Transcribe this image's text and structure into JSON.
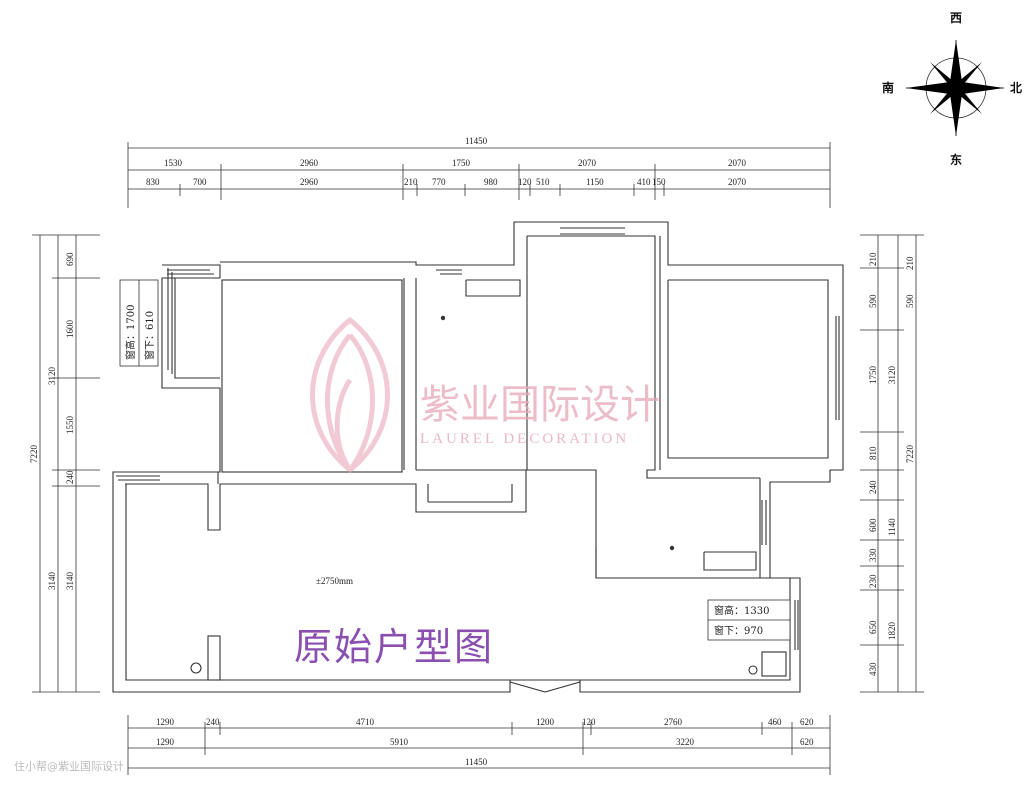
{
  "compass": {
    "top": "西",
    "left": "南",
    "right": "北",
    "bottom": "东"
  },
  "dims_top": {
    "total": "11450",
    "row1": [
      "1530",
      "2960",
      "1750",
      "2070",
      "2070"
    ],
    "row2": [
      "830",
      "700",
      "2960",
      "210",
      "770",
      "980",
      "120",
      "510",
      "1150",
      "410",
      "150",
      "2070"
    ]
  },
  "dims_bottom": {
    "row1": [
      "1290",
      "240",
      "4710",
      "1200",
      "120",
      "2760",
      "460",
      "620"
    ],
    "row2": [
      "1290",
      "5910",
      "3220",
      "620"
    ],
    "total": "11450"
  },
  "dims_left": {
    "total": "7220",
    "upper": "3120",
    "lower": "3140",
    "seg": [
      "690",
      "1600",
      "1550",
      "240",
      "3140"
    ]
  },
  "dims_right": {
    "total": "7220",
    "seg": [
      "210",
      "590",
      "1750",
      "810",
      "240",
      "600",
      "330",
      "230",
      "650",
      "430"
    ],
    "mid": [
      "3120",
      "1140",
      "1820"
    ]
  },
  "window1": {
    "height": "窗高：1700",
    "sill": "窗下：610"
  },
  "window2": {
    "height": "窗高：1330",
    "sill": "窗下：970"
  },
  "ceiling": "±2750mm",
  "title": "原始户型图",
  "watermark": {
    "cn": "紫业国际设计",
    "en": "LAUREL DECORATION"
  },
  "credit": "住小帮@紫业国际设计"
}
